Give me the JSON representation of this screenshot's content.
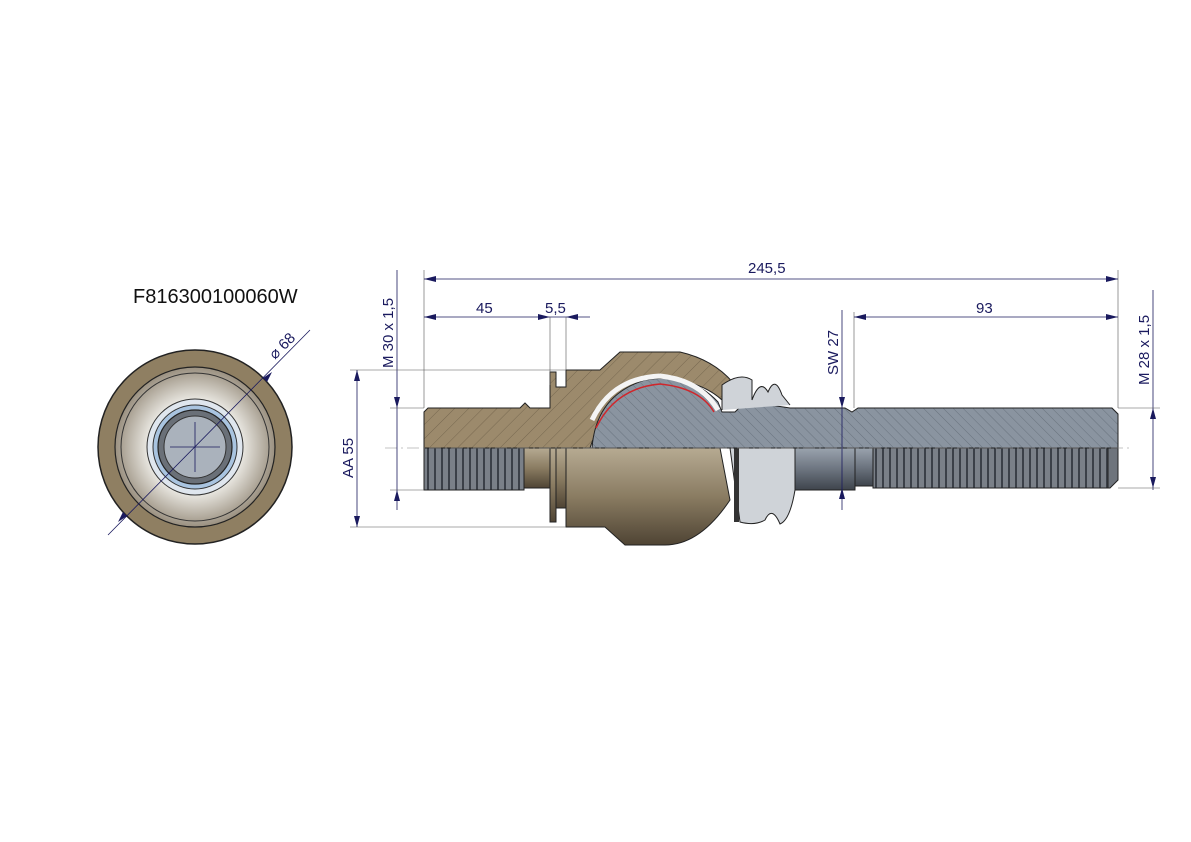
{
  "part_number": "F816300100060W",
  "dimensions": {
    "total_length": "245,5",
    "shank_length": "45",
    "groove_width": "5,5",
    "stud_thread_length": "93",
    "wrench_size": "SW  27",
    "left_thread": "M  30  x 1,5",
    "right_thread": "M  28  x 1,5",
    "housing_height": "AA  55",
    "end_view_diameter": "⌀ 68"
  },
  "colors": {
    "housing": "#9c8a6c",
    "stud": "#8a94a0",
    "dimension": "#1a1a5e",
    "liner": "#d0262b"
  }
}
